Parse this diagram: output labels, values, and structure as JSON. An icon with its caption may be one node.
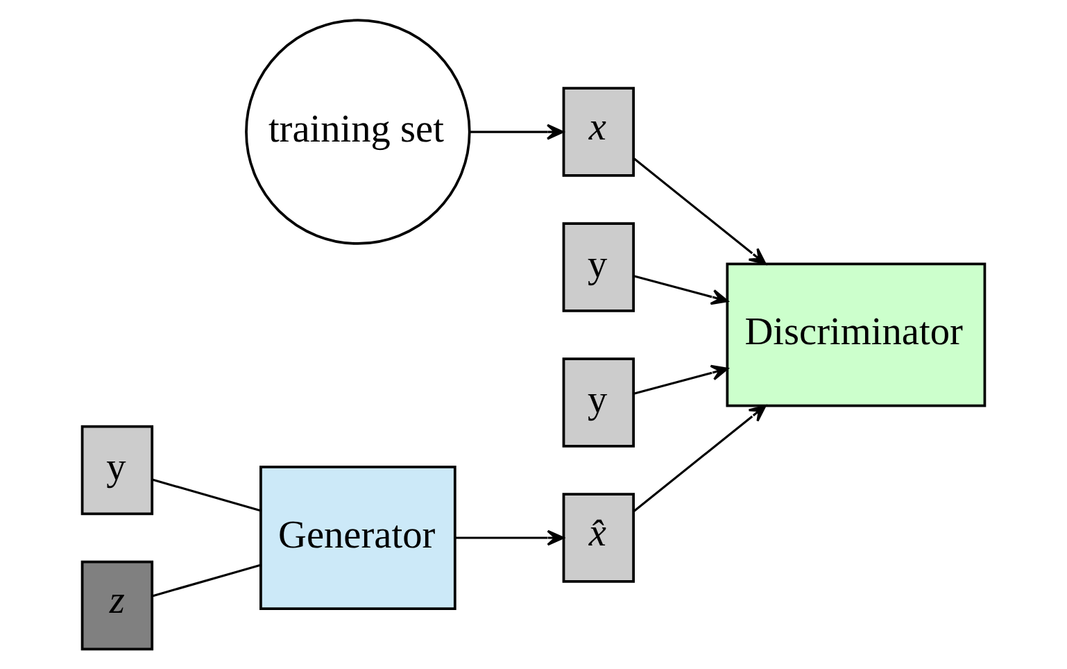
{
  "diagram": {
    "nodes": [
      {
        "text": [
          "training set"
        ]
      },
      {
        "text": [
          "x"
        ]
      },
      {
        "text": [
          "y"
        ]
      },
      {
        "text": [
          "Discriminator"
        ]
      },
      {
        "text": [
          "y"
        ]
      },
      {
        "text": [
          "x̂"
        ]
      },
      {
        "text": [
          "y"
        ]
      },
      {
        "text": [
          "z"
        ]
      },
      {
        "text": [
          "Generator"
        ]
      }
    ],
    "edges": [
      {
        "from": 0,
        "to": 1,
        "arrow": "to"
      },
      {
        "from": 1,
        "to": 3,
        "arrow": "to"
      },
      {
        "from": 2,
        "to": 3,
        "arrow": "to"
      },
      {
        "from": 4,
        "to": 3,
        "arrow": "to"
      },
      {
        "from": 5,
        "to": 3,
        "arrow": "to"
      },
      {
        "from": 6,
        "to": 8,
        "arrow": "none"
      },
      {
        "from": 7,
        "to": 8,
        "arrow": "none"
      },
      {
        "from": 8,
        "to": 5,
        "arrow": "to"
      }
    ]
  }
}
